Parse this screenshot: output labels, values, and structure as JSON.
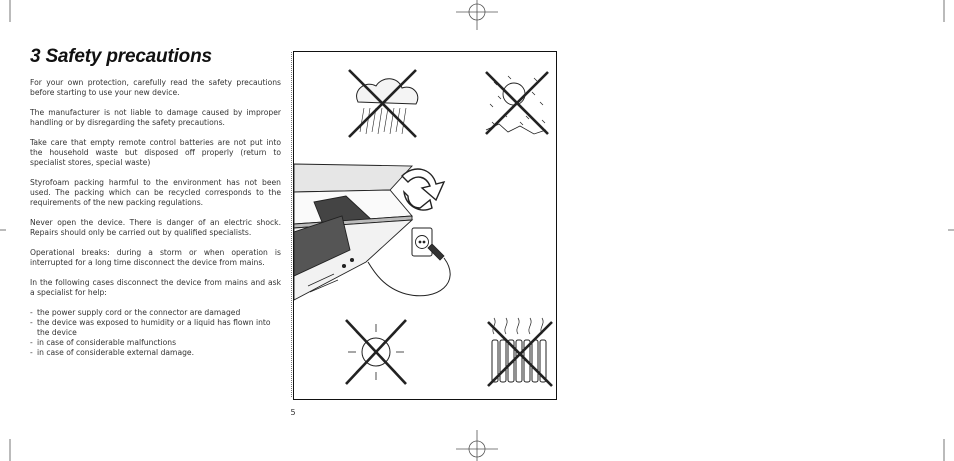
{
  "heading": "3 Safety precautions",
  "paragraphs": [
    "For your own protection, carefully read the safety precautions before starting to use your new device.",
    "The manufacturer is not liable to damage caused by improper handling or by disregarding the safety precautions.",
    "Take care that empty remote control batteries are not put into the household waste but disposed off properly (return to specialist stores, special waste)",
    "Styrofoam packing harmful to the environment has not been used. The packing which can be recycled corresponds to the requirements of the new packing regulations.",
    "Never open the device. There is danger of an electric shock. Repairs should only be carried out by qualified specialists.",
    "Operational breaks: during a storm or when operation is interrupted for a long time disconnect the device from mains.",
    "In the following cases disconnect the device from mains and ask a specialist for help:"
  ],
  "cases": [
    "the power supply cord or the connector are damaged",
    "the device was exposed to humidity or a liquid has flown into the device",
    "in case of considerable malfunctions",
    "in case of considerable external damage."
  ],
  "page_number": "5"
}
